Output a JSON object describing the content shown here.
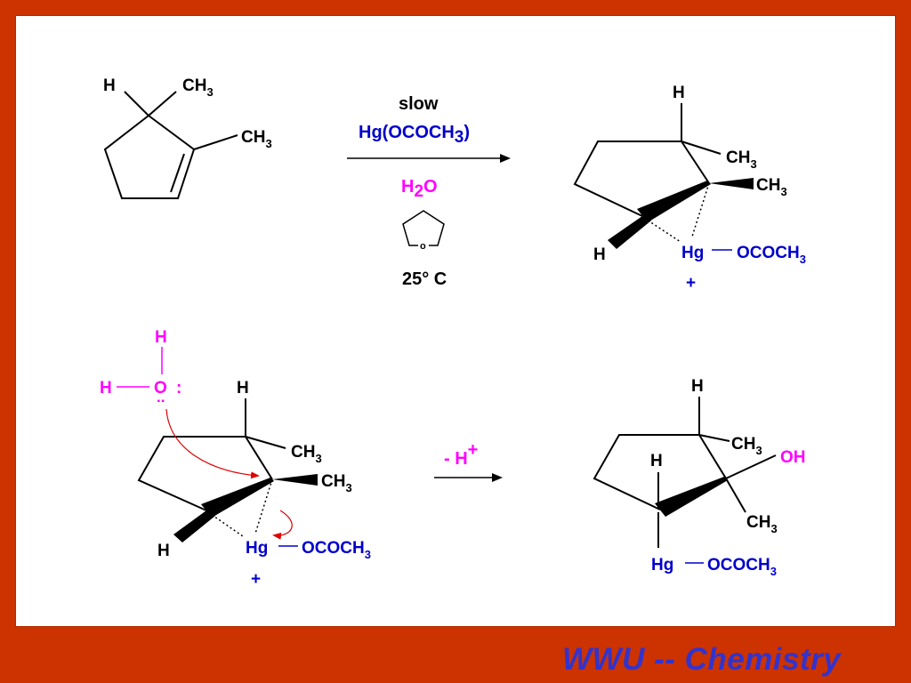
{
  "footer": "WWU -- Chemistry",
  "colors": {
    "background": "#cc3300",
    "blue": "#0000cc",
    "magenta": "#ff00ff",
    "red": "#dd0000"
  },
  "reactant": {
    "h": "H",
    "methyl_top": "CH",
    "methyl_right": "CH",
    "sub3": "3"
  },
  "conditions_1": {
    "slow": "slow",
    "reagent": "Hg(OCOCH",
    "reagent_sub": "3",
    "reagent_close": ")",
    "water_h": "H",
    "water_sub": "2",
    "water_o": "O",
    "thf_o": "o",
    "temp": "25° C"
  },
  "intermediate": {
    "h_top": "H",
    "h_bottom": "H",
    "ch3_a": "CH",
    "ch3_b": "CH",
    "sub3": "3",
    "hg": "Hg",
    "ococh": "OCOCH",
    "plus": "+"
  },
  "attack": {
    "water_h_top": "H",
    "water_h_left": "H",
    "water_o": "O",
    "colon": ":",
    "lone_pair": "..",
    "h_top": "H",
    "h_bottom": "H",
    "ch3_a": "CH",
    "ch3_b": "CH",
    "sub3": "3",
    "hg": "Hg",
    "ococh": "OCOCH",
    "plus": "+"
  },
  "conditions_2": {
    "minus_h": "- H",
    "plus": "+"
  },
  "product": {
    "h_top": "H",
    "h_mid": "H",
    "ch3_a": "CH",
    "ch3_b": "CH",
    "sub3": "3",
    "oh": "OH",
    "hg": "Hg",
    "ococh": "OCOCH"
  }
}
